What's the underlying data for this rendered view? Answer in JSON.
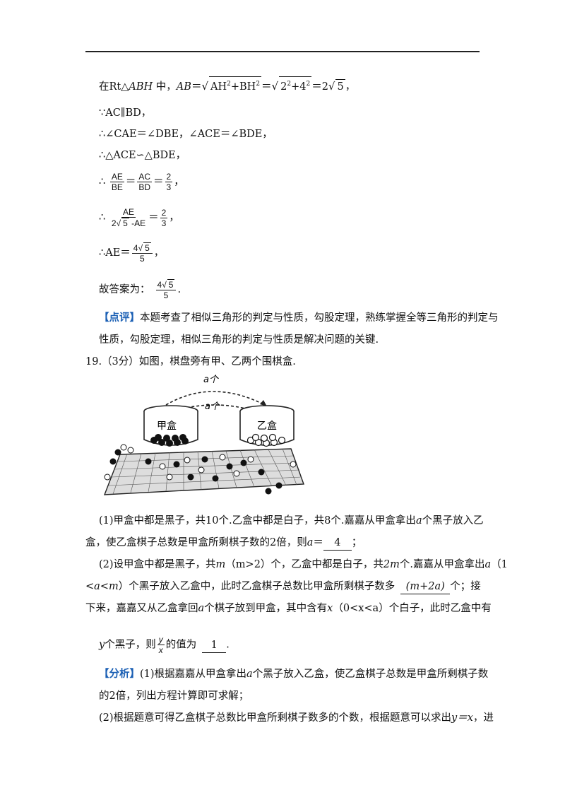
{
  "lines": {
    "l1_prefix": "在",
    "l1_rt": "Rt△",
    "l1_abh": "ABH",
    "l1_mid": " 中，",
    "l1_ab": "AB",
    "l1_eq": "＝",
    "l1_rad1": "AH",
    "l1_plus": "+BH",
    "l1_rad2a": "2",
    "l1_rad2b": "+4",
    "l1_coef": "2",
    "l1_root": "5",
    "l1_end": "，",
    "l2": "∵AC∥BD，",
    "l3": "∴∠CAE＝∠DBE，∠ACE＝∠BDE，",
    "l4": "∴△ACE∽△BDE，",
    "l5_pre": "∴",
    "l5_f1n": "AE",
    "l5_f1d": "BE",
    "l5_f2n": "AC",
    "l5_f2d": "BD",
    "l5_f3n": "2",
    "l5_f3d": "3",
    "l6_pre": "∴",
    "l6_f1n": "AE",
    "l6_f1d_a": "2",
    "l6_f1d_root": "5",
    "l6_f1d_b": " -AE",
    "l6_f2n": "2",
    "l6_f2d": "3",
    "l7_pre": "∴AE＝",
    "l7_fn_a": "4",
    "l7_fn_root": "5",
    "l7_fd": "5",
    "l8_pre": "故答案为：",
    "l8_fn_a": "4",
    "l8_fn_root": "5",
    "l8_fd": "5",
    "eq": "＝",
    "comma": "，",
    "period": "."
  },
  "review": {
    "tag": "【点评】",
    "text1": "本题考查了相似三角形的判定与性质，勾股定理，熟练掌握全等三角形的判定与",
    "text2": "性质，勾股定理，相似三角形的判定与性质是解决问题的关键."
  },
  "q19": {
    "stem": "19.（3分）如图，棋盘旁有甲、乙两个围棋盒.",
    "figure": {
      "label_top": "a个",
      "label_bottom": "a个",
      "box_left": "甲盒",
      "box_right": "乙盒"
    },
    "p1a": "(1)甲盒中都是黑子，共10个.乙盒中都是白子，共8个.嘉嘉从甲盒拿出",
    "p1a_var": "a",
    "p1a_end": "个黑子放入乙",
    "p1b": "盒，使乙盒棋子总数是甲盒所剩棋子数的2倍，则",
    "p1b_var": "a",
    "p1b_eq": "＝",
    "p1_answer": "4",
    "p1b_end": "；",
    "p2a": "(2)设甲盒中都是黑子，共",
    "p2a_m": "m",
    "p2a_cond": "（m>2）个，乙盒中都是白子，共",
    "p2a_2m": "2m",
    "p2a_mid": "个.嘉嘉从甲盒拿出",
    "p2a_a": "a",
    "p2a_end": "（1",
    "p2b_pre": "<",
    "p2b_cond": "a<m",
    "p2b_mid": "）个黑子放入乙盒中，此时乙盒棋子总数比甲盒所剩棋子数多",
    "p2_answer": "(m+2a)",
    "p2b_end": "个；接",
    "p2c": "下来，嘉嘉又从乙盒拿回",
    "p2c_a": "a",
    "p2c_mid": "个棋子放到甲盒，其中含有",
    "p2c_x": "x",
    "p2c_cond": "（0<x<a）",
    "p2c_end": "个白子，此时乙盒中有",
    "p2d_y": "y",
    "p2d_mid": "个黑子，则",
    "p2d_fn": "y",
    "p2d_fd": "x",
    "p2d_after": "的值为",
    "p2d_answer": "1",
    "p2d_end": "."
  },
  "analysis": {
    "tag": "【分析】",
    "text1": "(1)根据嘉嘉从甲盒拿出",
    "text1_var": "a",
    "text1_end": "个黑子放入乙盒，使乙盒棋子总数是甲盒所剩棋子数",
    "text2": "的2倍，列出方程计算即可求解；",
    "text3": "(2)根据题意可得乙盒棋子总数比甲盒所剩棋子数多的个数，根据题意可以求出",
    "text3_eq": "y＝x",
    "text3_end": "，进"
  }
}
